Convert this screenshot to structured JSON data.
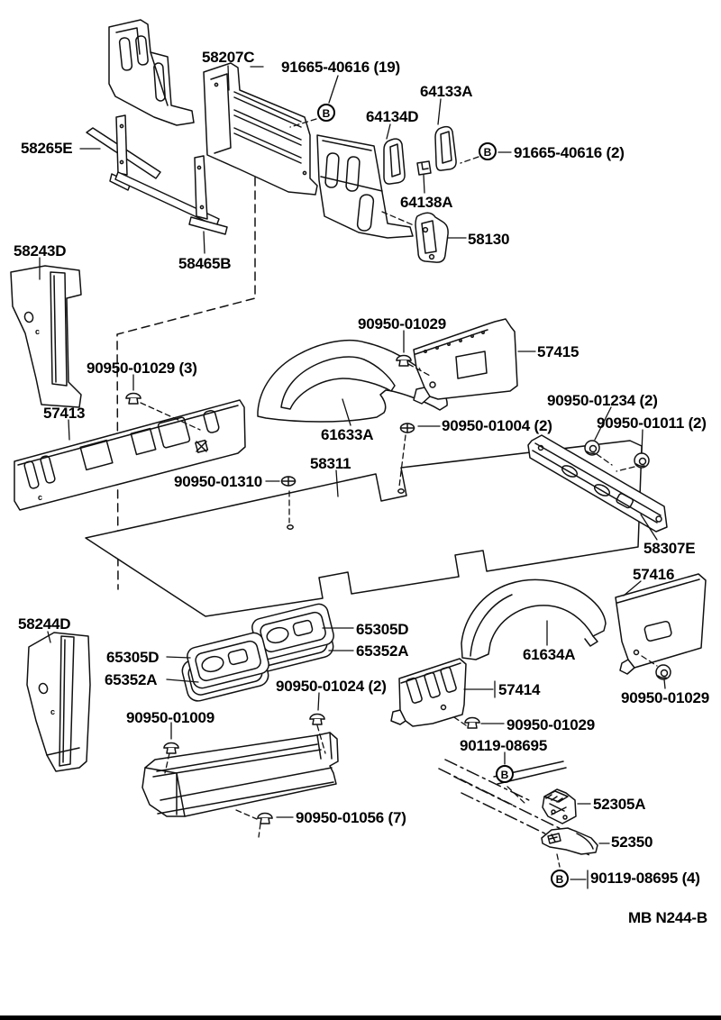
{
  "diagram": {
    "figure_code": "MB N244-B",
    "bolt_marker": "B",
    "clip_mark": "c",
    "labels": [
      {
        "text": "58207C"
      },
      {
        "text": "91665-40616 (19)"
      },
      {
        "text": "64133A"
      },
      {
        "text": "64134D"
      },
      {
        "text": "91665-40616 (2)"
      },
      {
        "text": "64138A"
      },
      {
        "text": "58130"
      },
      {
        "text": "58265E"
      },
      {
        "text": "58243D"
      },
      {
        "text": "58465B"
      },
      {
        "text": "90950-01029"
      },
      {
        "text": "57415"
      },
      {
        "text": "90950-01029 (3)"
      },
      {
        "text": "57413"
      },
      {
        "text": "61633A"
      },
      {
        "text": "90950-01004 (2)"
      },
      {
        "text": "90950-01234 (2)"
      },
      {
        "text": "90950-01011 (2)"
      },
      {
        "text": "58311"
      },
      {
        "text": "90950-01310"
      },
      {
        "text": "58307E"
      },
      {
        "text": "57416"
      },
      {
        "text": "58244D"
      },
      {
        "text": "65305D"
      },
      {
        "text": "65352A"
      },
      {
        "text": "65305D"
      },
      {
        "text": "65352A"
      },
      {
        "text": "61634A"
      },
      {
        "text": "57414"
      },
      {
        "text": "90950-01029"
      },
      {
        "text": "90950-01024 (2)"
      },
      {
        "text": "90950-01009"
      },
      {
        "text": "90950-01029"
      },
      {
        "text": "90119-08695"
      },
      {
        "text": "52305A"
      },
      {
        "text": "52350"
      },
      {
        "text": "90950-01056 (7)"
      },
      {
        "text": "90119-08695 (4)"
      }
    ]
  }
}
